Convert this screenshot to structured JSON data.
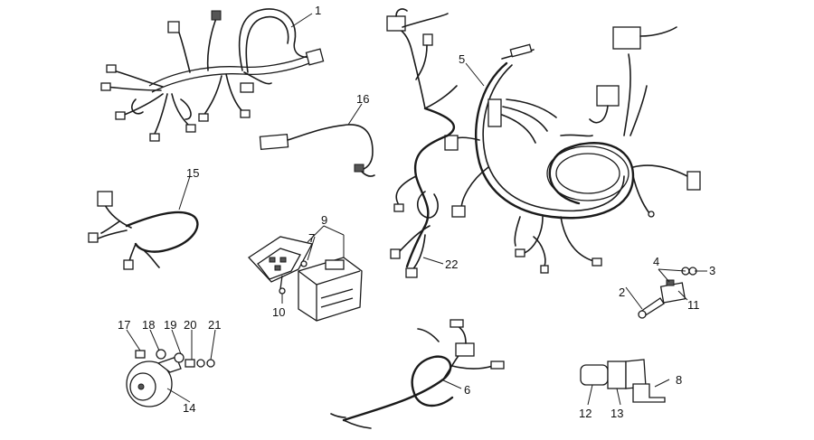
{
  "callouts": {
    "c1": "1",
    "c2": "2",
    "c3": "3",
    "c4": "4",
    "c5": "5",
    "c6": "6",
    "c7": "7",
    "c8": "8",
    "c9": "9",
    "c10": "10",
    "c11": "11",
    "c12": "12",
    "c13": "13",
    "c14": "14",
    "c15": "15",
    "c16": "16",
    "c17": "17",
    "c18": "18",
    "c19": "19",
    "c20": "20",
    "c21": "21",
    "c22": "22"
  },
  "colors": {
    "ink": "#1a1a1a",
    "background": "#ffffff"
  }
}
